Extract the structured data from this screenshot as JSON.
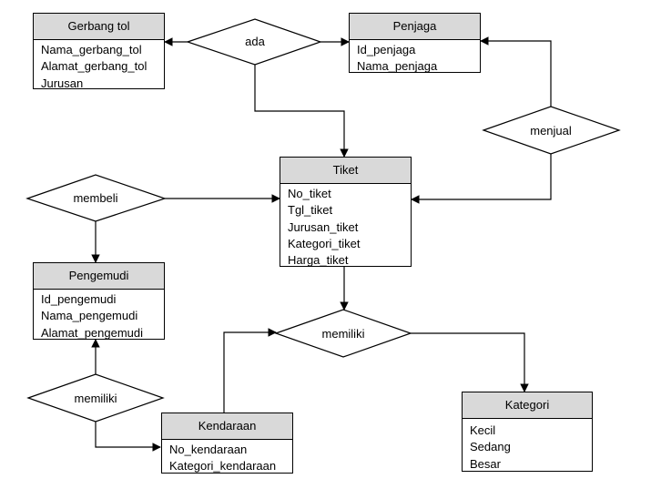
{
  "entities": {
    "gerbang_tol": {
      "title": "Gerbang tol",
      "attributes": [
        "Nama_gerbang_tol",
        "Alamat_gerbang_tol",
        "Jurusan"
      ]
    },
    "penjaga": {
      "title": "Penjaga",
      "attributes": [
        "Id_penjaga",
        "Nama_penjaga"
      ]
    },
    "tiket": {
      "title": "Tiket",
      "attributes": [
        "No_tiket",
        "Tgl_tiket",
        "Jurusan_tiket",
        "Kategori_tiket",
        "Harga_tiket"
      ]
    },
    "pengemudi": {
      "title": "Pengemudi",
      "attributes": [
        "Id_pengemudi",
        "Nama_pengemudi",
        "Alamat_pengemudi"
      ]
    },
    "kendaraan": {
      "title": "Kendaraan",
      "attributes": [
        "No_kendaraan",
        "Kategori_kendaraan"
      ]
    },
    "kategori": {
      "title": "Kategori",
      "attributes": [
        "Kecil",
        "Sedang",
        "Besar"
      ]
    }
  },
  "relationships": {
    "ada": "ada",
    "menjual": "menjual",
    "membeli": "membeli",
    "memiliki_tiket_kendaraan": "memiliki",
    "memiliki_pengemudi_kendaraan": "memiliki"
  }
}
